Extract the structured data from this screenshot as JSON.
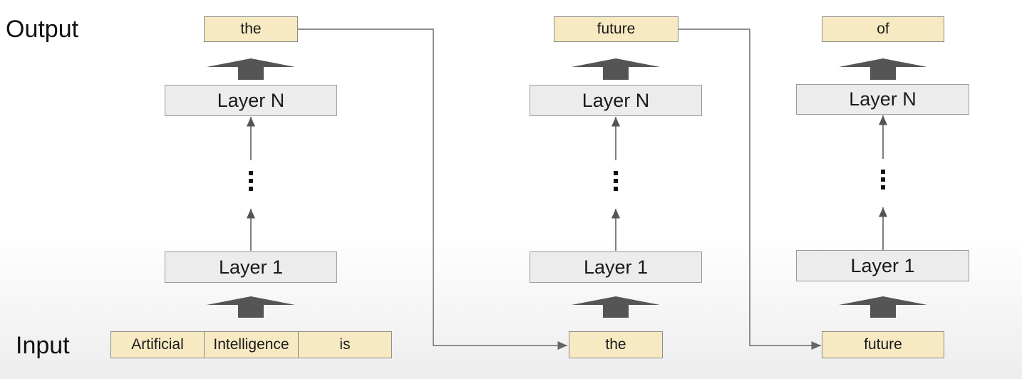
{
  "labels": {
    "output": "Output",
    "input": "Input"
  },
  "columns": [
    {
      "output_token": "the",
      "layer_top": "Layer N",
      "layer_bottom": "Layer 1",
      "input_tokens": [
        "Artificial",
        "Intelligence",
        "is"
      ]
    },
    {
      "output_token": "future",
      "layer_top": "Layer N",
      "layer_bottom": "Layer 1",
      "input_tokens": [
        "the"
      ]
    },
    {
      "output_token": "of",
      "layer_top": "Layer N",
      "layer_bottom": "Layer 1",
      "input_tokens": [
        "future"
      ]
    }
  ],
  "colors": {
    "token_fill": "#f7eac2",
    "layer_fill": "#ececec",
    "arrow": "#555555"
  }
}
